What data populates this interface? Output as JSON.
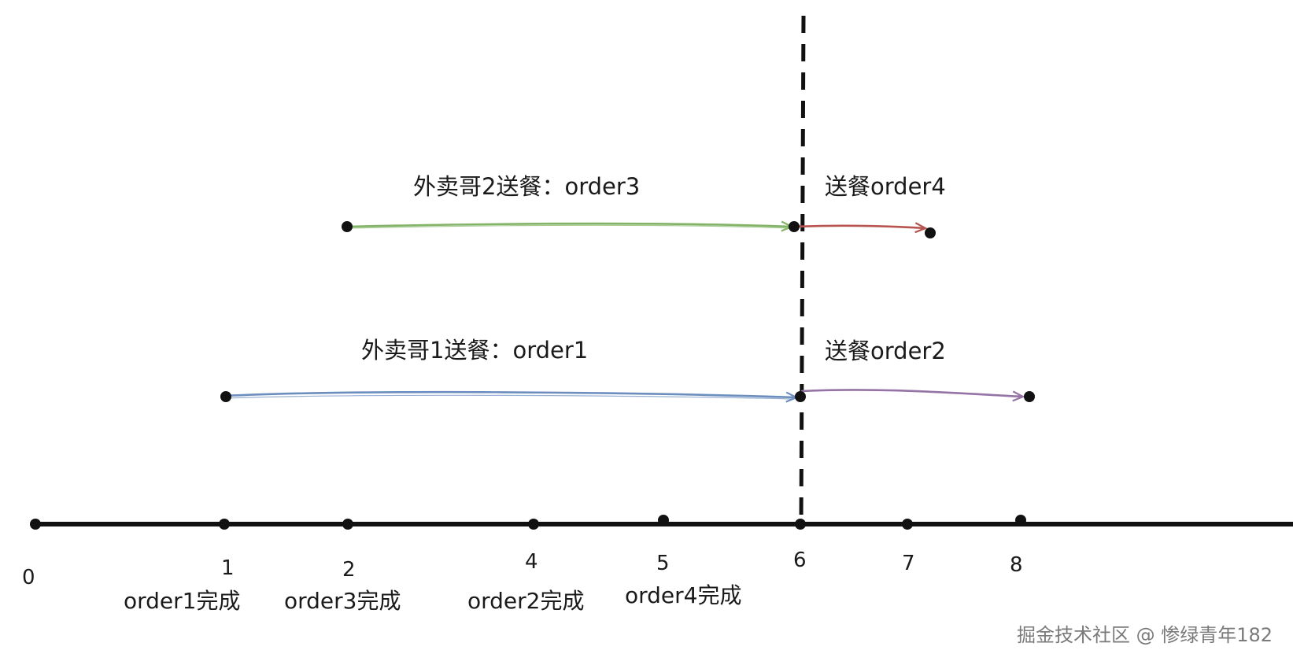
{
  "axis": {
    "ticks": [
      {
        "value": 0,
        "label": "0",
        "event": ""
      },
      {
        "value": 1,
        "label": "1",
        "event": "order1完成"
      },
      {
        "value": 2,
        "label": "2",
        "event": "order3完成"
      },
      {
        "value": 4,
        "label": "4",
        "event": "order2完成"
      },
      {
        "value": 5,
        "label": "5",
        "event": "order4完成"
      },
      {
        "value": 6,
        "label": "6",
        "event": ""
      },
      {
        "value": 7,
        "label": "7",
        "event": ""
      },
      {
        "value": 8,
        "label": "8",
        "event": ""
      }
    ]
  },
  "lanes": [
    {
      "name": "courier-2",
      "segments": [
        {
          "label": "外卖哥2送餐：order3",
          "start": 2,
          "end": 6,
          "color": "#82b366"
        },
        {
          "label": "送餐order4",
          "start": 6,
          "end": 7.1,
          "color": "#b85450"
        }
      ]
    },
    {
      "name": "courier-1",
      "segments": [
        {
          "label": "外卖哥1送餐：order1",
          "start": 1,
          "end": 6,
          "color": "#6c8ebf"
        },
        {
          "label": "送餐order2",
          "start": 6,
          "end": 8.1,
          "color": "#9673a6"
        }
      ]
    }
  ],
  "divider": {
    "at": 6,
    "style": "dashed"
  },
  "watermark": "掘金技术社区 @ 惨绿青年182"
}
